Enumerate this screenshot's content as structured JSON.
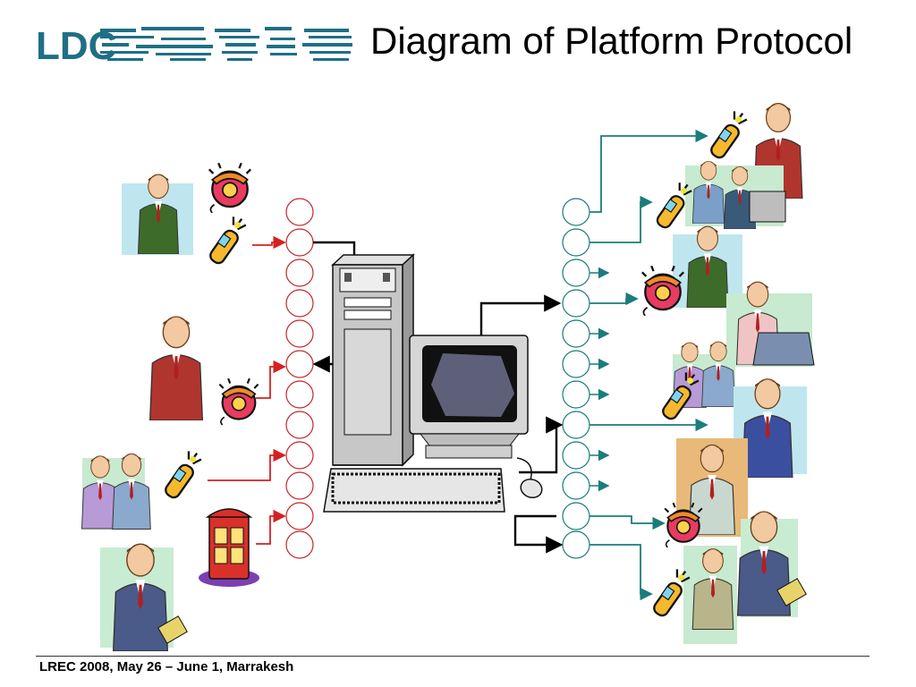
{
  "slide": {
    "title": "Diagram of Platform Protocol",
    "footer": "LREC 2008, May 26 – June 1, Marrakesh"
  },
  "logo": {
    "text": "LDC"
  },
  "colors": {
    "logo_blue": "#1f6f86",
    "left_port_stroke": "#c0282e",
    "right_port_stroke": "#1b7c7c",
    "left_connector": "#d62020",
    "right_connector": "#1b7c7c",
    "server_link": "#000000"
  },
  "diagram": {
    "left_ports": 12,
    "right_ports": 12,
    "left_callers": [
      {
        "figure": "conductor-figure",
        "device": "desk-phone-icon",
        "device2": "cell-phone-icon"
      },
      {
        "figure": "porter-figure",
        "device": "desk-phone-icon"
      },
      {
        "figure": "business-pair-figure",
        "device": "cell-phone-icon"
      },
      {
        "figure": "phone-booth-icon"
      },
      {
        "figure": "speaker-woman-figure"
      }
    ],
    "right_callers": [
      {
        "figure": "porter-figure",
        "device": "cell-phone-icon"
      },
      {
        "figure": "office-team-figure",
        "device": "cell-phone-icon"
      },
      {
        "figure": "conductor-figure",
        "device": "desk-phone-icon"
      },
      {
        "figure": "laptop-man-figure"
      },
      {
        "figure": "business-pair-figure",
        "device": "cell-phone-icon"
      },
      {
        "figure": "waiter-figure"
      },
      {
        "figure": "reading-woman-figure",
        "device": "desk-phone-icon"
      },
      {
        "figure": "worker-figure",
        "device": "cell-phone-icon"
      },
      {
        "figure": "speaker-woman-figure"
      }
    ]
  }
}
